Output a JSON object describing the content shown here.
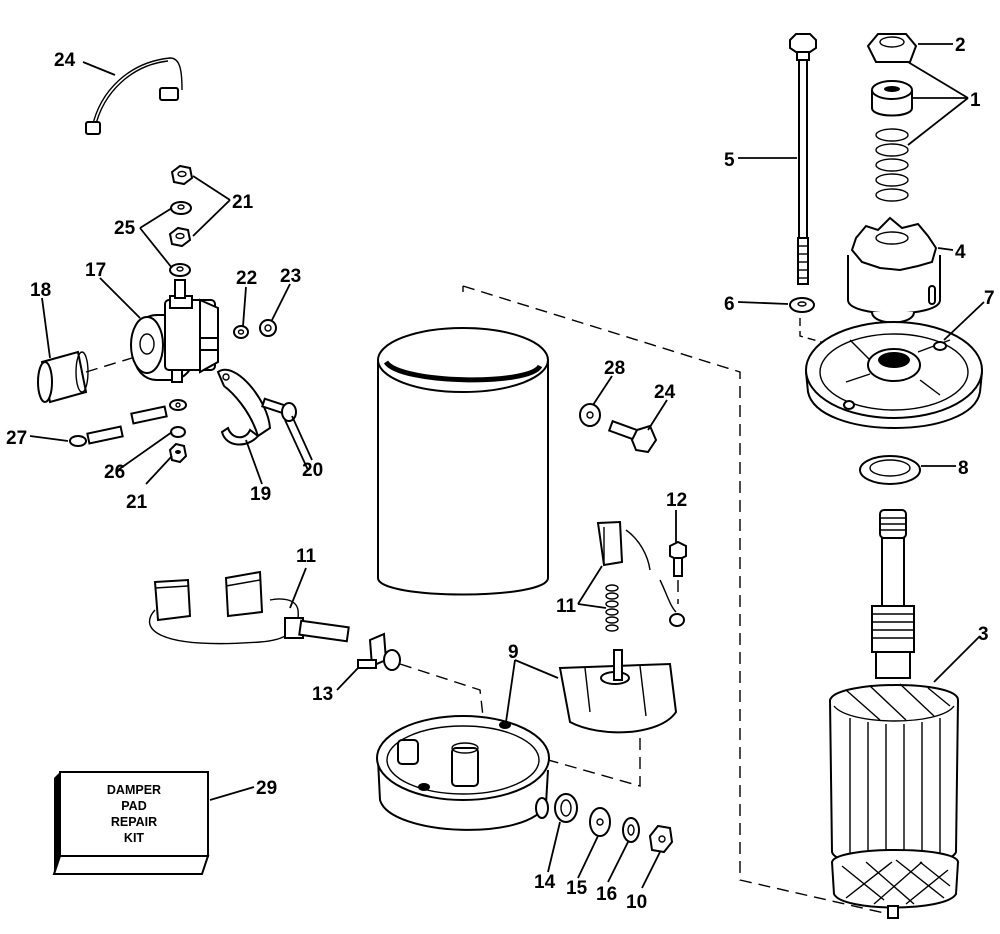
{
  "diagram": {
    "title": "Starter motor exploded parts view",
    "ink_color": "#000000",
    "background_color": "#ffffff",
    "callouts": [
      {
        "id": "c1",
        "number": "1"
      },
      {
        "id": "c2",
        "number": "2"
      },
      {
        "id": "c3",
        "number": "3"
      },
      {
        "id": "c4",
        "number": "4"
      },
      {
        "id": "c5",
        "number": "5"
      },
      {
        "id": "c6",
        "number": "6"
      },
      {
        "id": "c7",
        "number": "7"
      },
      {
        "id": "c8",
        "number": "8"
      },
      {
        "id": "c9",
        "number": "9"
      },
      {
        "id": "c10",
        "number": "10"
      },
      {
        "id": "c11a",
        "number": "11"
      },
      {
        "id": "c11b",
        "number": "11"
      },
      {
        "id": "c12",
        "number": "12"
      },
      {
        "id": "c13",
        "number": "13"
      },
      {
        "id": "c14",
        "number": "14"
      },
      {
        "id": "c15",
        "number": "15"
      },
      {
        "id": "c16",
        "number": "16"
      },
      {
        "id": "c17",
        "number": "17"
      },
      {
        "id": "c18",
        "number": "18"
      },
      {
        "id": "c19",
        "number": "19"
      },
      {
        "id": "c20",
        "number": "20"
      },
      {
        "id": "c21a",
        "number": "21"
      },
      {
        "id": "c21b",
        "number": "21"
      },
      {
        "id": "c22",
        "number": "22"
      },
      {
        "id": "c23",
        "number": "23"
      },
      {
        "id": "c24a",
        "number": "24"
      },
      {
        "id": "c24b",
        "number": "24"
      },
      {
        "id": "c25",
        "number": "25"
      },
      {
        "id": "c26",
        "number": "26"
      },
      {
        "id": "c27",
        "number": "27"
      },
      {
        "id": "c28",
        "number": "28"
      },
      {
        "id": "c29",
        "number": "29"
      }
    ],
    "kit_box": {
      "lines": [
        "DAMPER",
        "PAD",
        "REPAIR",
        "KIT"
      ]
    }
  }
}
